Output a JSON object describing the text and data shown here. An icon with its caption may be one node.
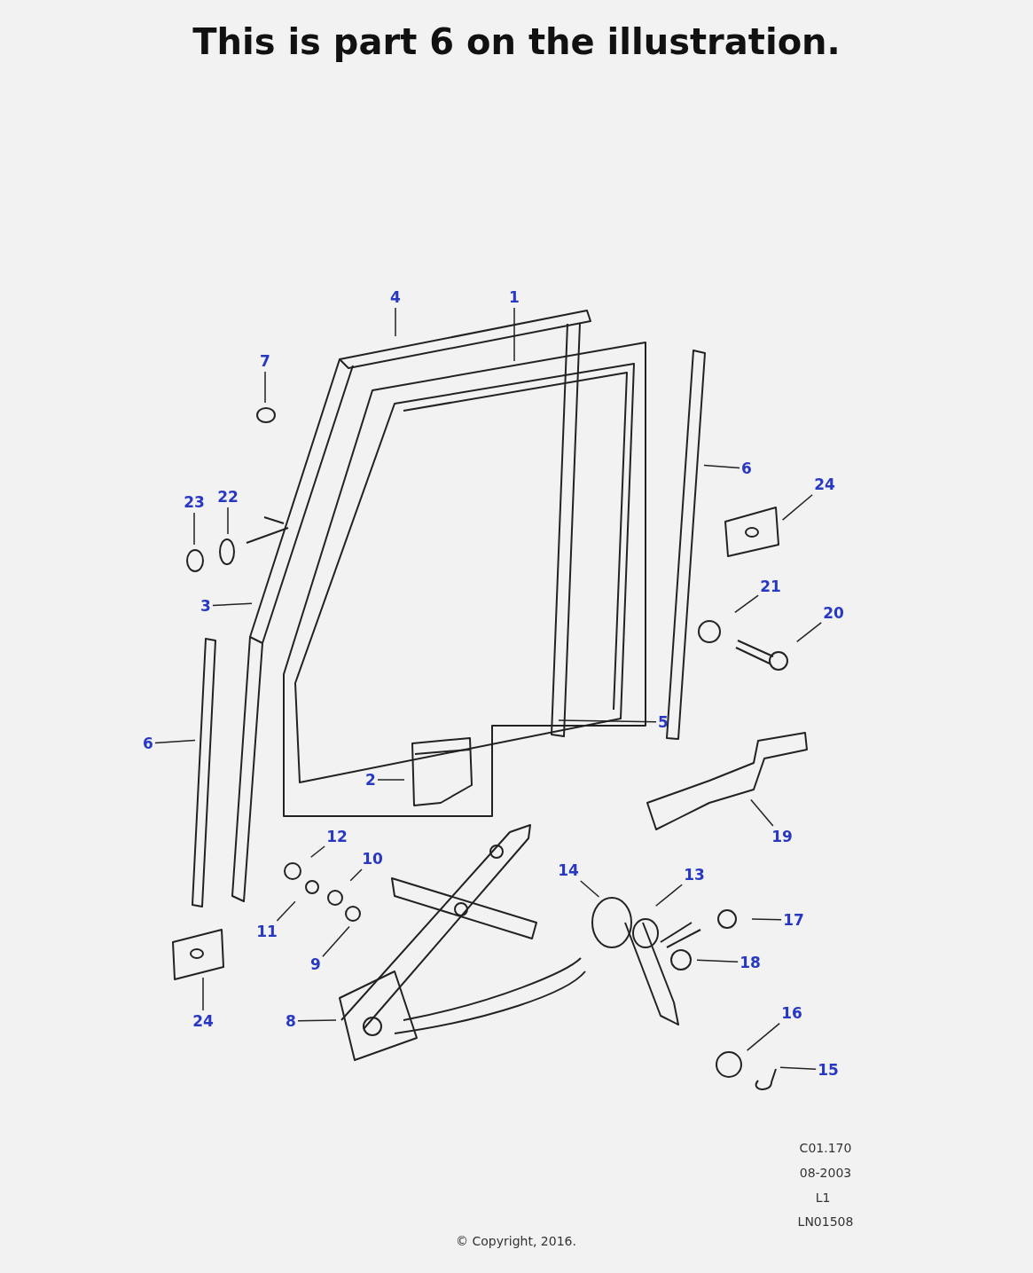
{
  "diagram": {
    "title": "This is part 6 on the illustration.",
    "nodes": [
      {
        "text": [
          "4"
        ]
      },
      {
        "text": [
          "1"
        ]
      },
      {
        "text": [
          "7"
        ]
      },
      {
        "text": [
          "6"
        ]
      },
      {
        "text": [
          "24"
        ]
      },
      {
        "text": [
          "23"
        ]
      },
      {
        "text": [
          "22"
        ]
      },
      {
        "text": [
          "21"
        ]
      },
      {
        "text": [
          "20"
        ]
      },
      {
        "text": [
          "3"
        ]
      },
      {
        "text": [
          "5"
        ]
      },
      {
        "text": [
          "6"
        ]
      },
      {
        "text": [
          "2"
        ]
      },
      {
        "text": [
          "19"
        ]
      },
      {
        "text": [
          "12"
        ]
      },
      {
        "text": [
          "10"
        ]
      },
      {
        "text": [
          "14"
        ]
      },
      {
        "text": [
          "13"
        ]
      },
      {
        "text": [
          "17"
        ]
      },
      {
        "text": [
          "11"
        ]
      },
      {
        "text": [
          "9"
        ]
      },
      {
        "text": [
          "18"
        ]
      },
      {
        "text": [
          "24"
        ]
      },
      {
        "text": [
          "8"
        ]
      },
      {
        "text": [
          "16"
        ]
      },
      {
        "text": [
          "15"
        ]
      }
    ],
    "edges": [
      {
        "from": 0,
        "to": null,
        "arrow": "none"
      },
      {
        "from": 1,
        "to": null,
        "arrow": "none"
      },
      {
        "from": 2,
        "to": null,
        "arrow": "none"
      },
      {
        "from": 3,
        "to": null,
        "arrow": "none"
      },
      {
        "from": 4,
        "to": null,
        "arrow": "none"
      },
      {
        "from": 5,
        "to": null,
        "arrow": "none"
      },
      {
        "from": 6,
        "to": null,
        "arrow": "none"
      },
      {
        "from": 7,
        "to": null,
        "arrow": "none"
      },
      {
        "from": 8,
        "to": null,
        "arrow": "none"
      },
      {
        "from": 9,
        "to": null,
        "arrow": "none"
      },
      {
        "from": 10,
        "to": null,
        "arrow": "none"
      },
      {
        "from": 11,
        "to": null,
        "arrow": "none"
      },
      {
        "from": 12,
        "to": null,
        "arrow": "none"
      },
      {
        "from": 13,
        "to": null,
        "arrow": "none"
      },
      {
        "from": 14,
        "to": null,
        "arrow": "none"
      },
      {
        "from": 15,
        "to": null,
        "arrow": "none"
      },
      {
        "from": 16,
        "to": null,
        "arrow": "none"
      },
      {
        "from": 17,
        "to": null,
        "arrow": "none"
      },
      {
        "from": 18,
        "to": null,
        "arrow": "none"
      },
      {
        "from": 19,
        "to": null,
        "arrow": "none"
      },
      {
        "from": 20,
        "to": null,
        "arrow": "none"
      },
      {
        "from": 21,
        "to": null,
        "arrow": "none"
      },
      {
        "from": 22,
        "to": null,
        "arrow": "none"
      },
      {
        "from": 23,
        "to": null,
        "arrow": "none"
      },
      {
        "from": 24,
        "to": null,
        "arrow": "none"
      },
      {
        "from": 25,
        "to": null,
        "arrow": "none"
      }
    ],
    "labels": [
      "C01.170",
      "08-2003",
      "L1",
      "LN01508",
      "© Copyright, 2016."
    ]
  }
}
